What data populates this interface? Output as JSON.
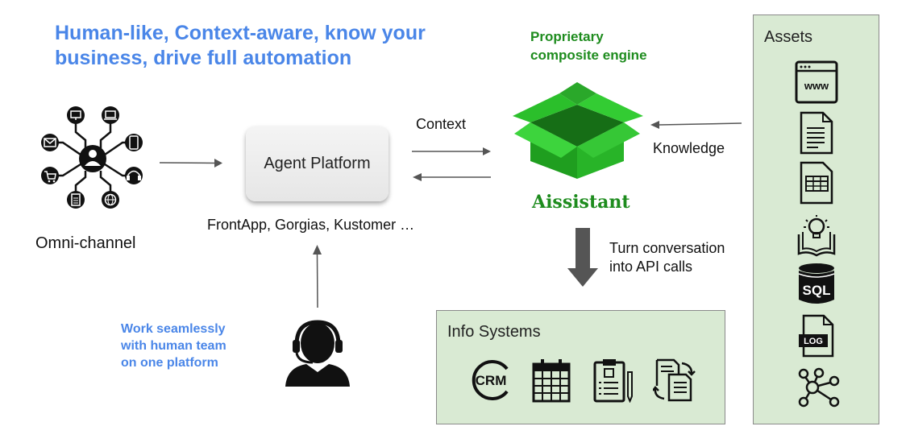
{
  "headline": {
    "line1": "Human-like, Context-aware, know your",
    "line2": "business, drive full automation"
  },
  "engine": {
    "line1": "Proprietary",
    "line2": "composite engine",
    "name": "Aissistant"
  },
  "omni_channel": {
    "label": "Omni-channel"
  },
  "agent_platform": {
    "label": "Agent Platform",
    "integrations": "FrontApp, Gorgias, Kustomer …"
  },
  "flows": {
    "context": "Context",
    "knowledge": "Knowledge",
    "api_line1": "Turn conversation",
    "api_line2": "into API calls"
  },
  "human_team": {
    "line1": "Work seamlessly",
    "line2": "with human team",
    "line3": "on one platform"
  },
  "info_systems": {
    "title": "Info Systems",
    "icons": [
      "crm-icon",
      "calendar-icon",
      "clipboard-icon",
      "document-sync-icon"
    ],
    "crm_text": "CRM"
  },
  "assets": {
    "title": "Assets",
    "icons": [
      "web-page-icon",
      "document-icon",
      "spreadsheet-icon",
      "knowledge-book-icon",
      "sql-database-icon",
      "log-file-icon",
      "network-graph-icon"
    ],
    "www_text": "www",
    "sql_text": "SQL",
    "log_text": "LOG"
  },
  "colors": {
    "headline_blue": "#4a86e8",
    "engine_green": "#1e8c1e",
    "box_green": "#d9ead3",
    "cube_green": "#2eb82e"
  }
}
